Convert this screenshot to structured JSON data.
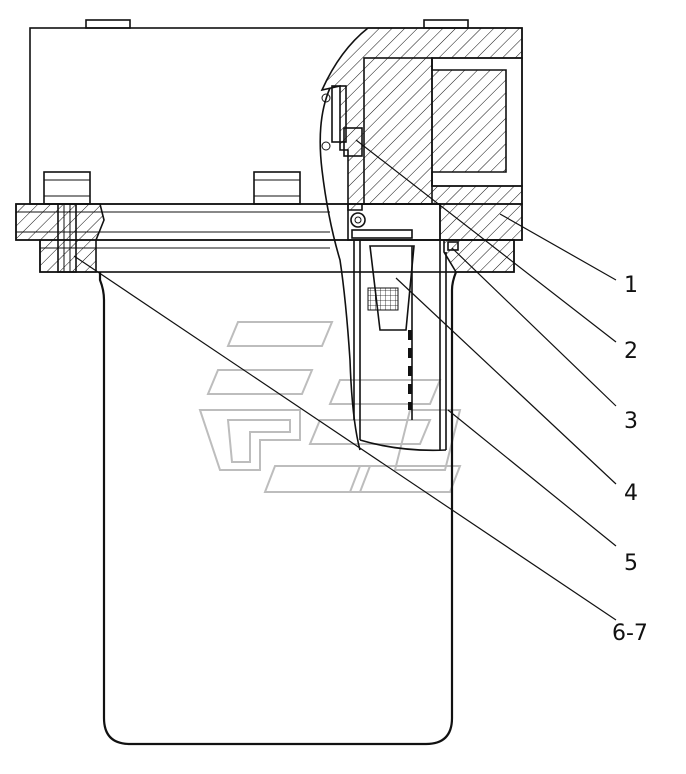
{
  "diagram": {
    "callouts": [
      {
        "id": "c1",
        "label": "1"
      },
      {
        "id": "c2",
        "label": "2"
      },
      {
        "id": "c3",
        "label": "3"
      },
      {
        "id": "c4",
        "label": "4"
      },
      {
        "id": "c5",
        "label": "5"
      },
      {
        "id": "c67",
        "label": "6-7"
      }
    ]
  },
  "colors": {
    "line": "#111111",
    "hatch": "#111111",
    "watermark": "#bdbdbd",
    "background": "#ffffff"
  }
}
